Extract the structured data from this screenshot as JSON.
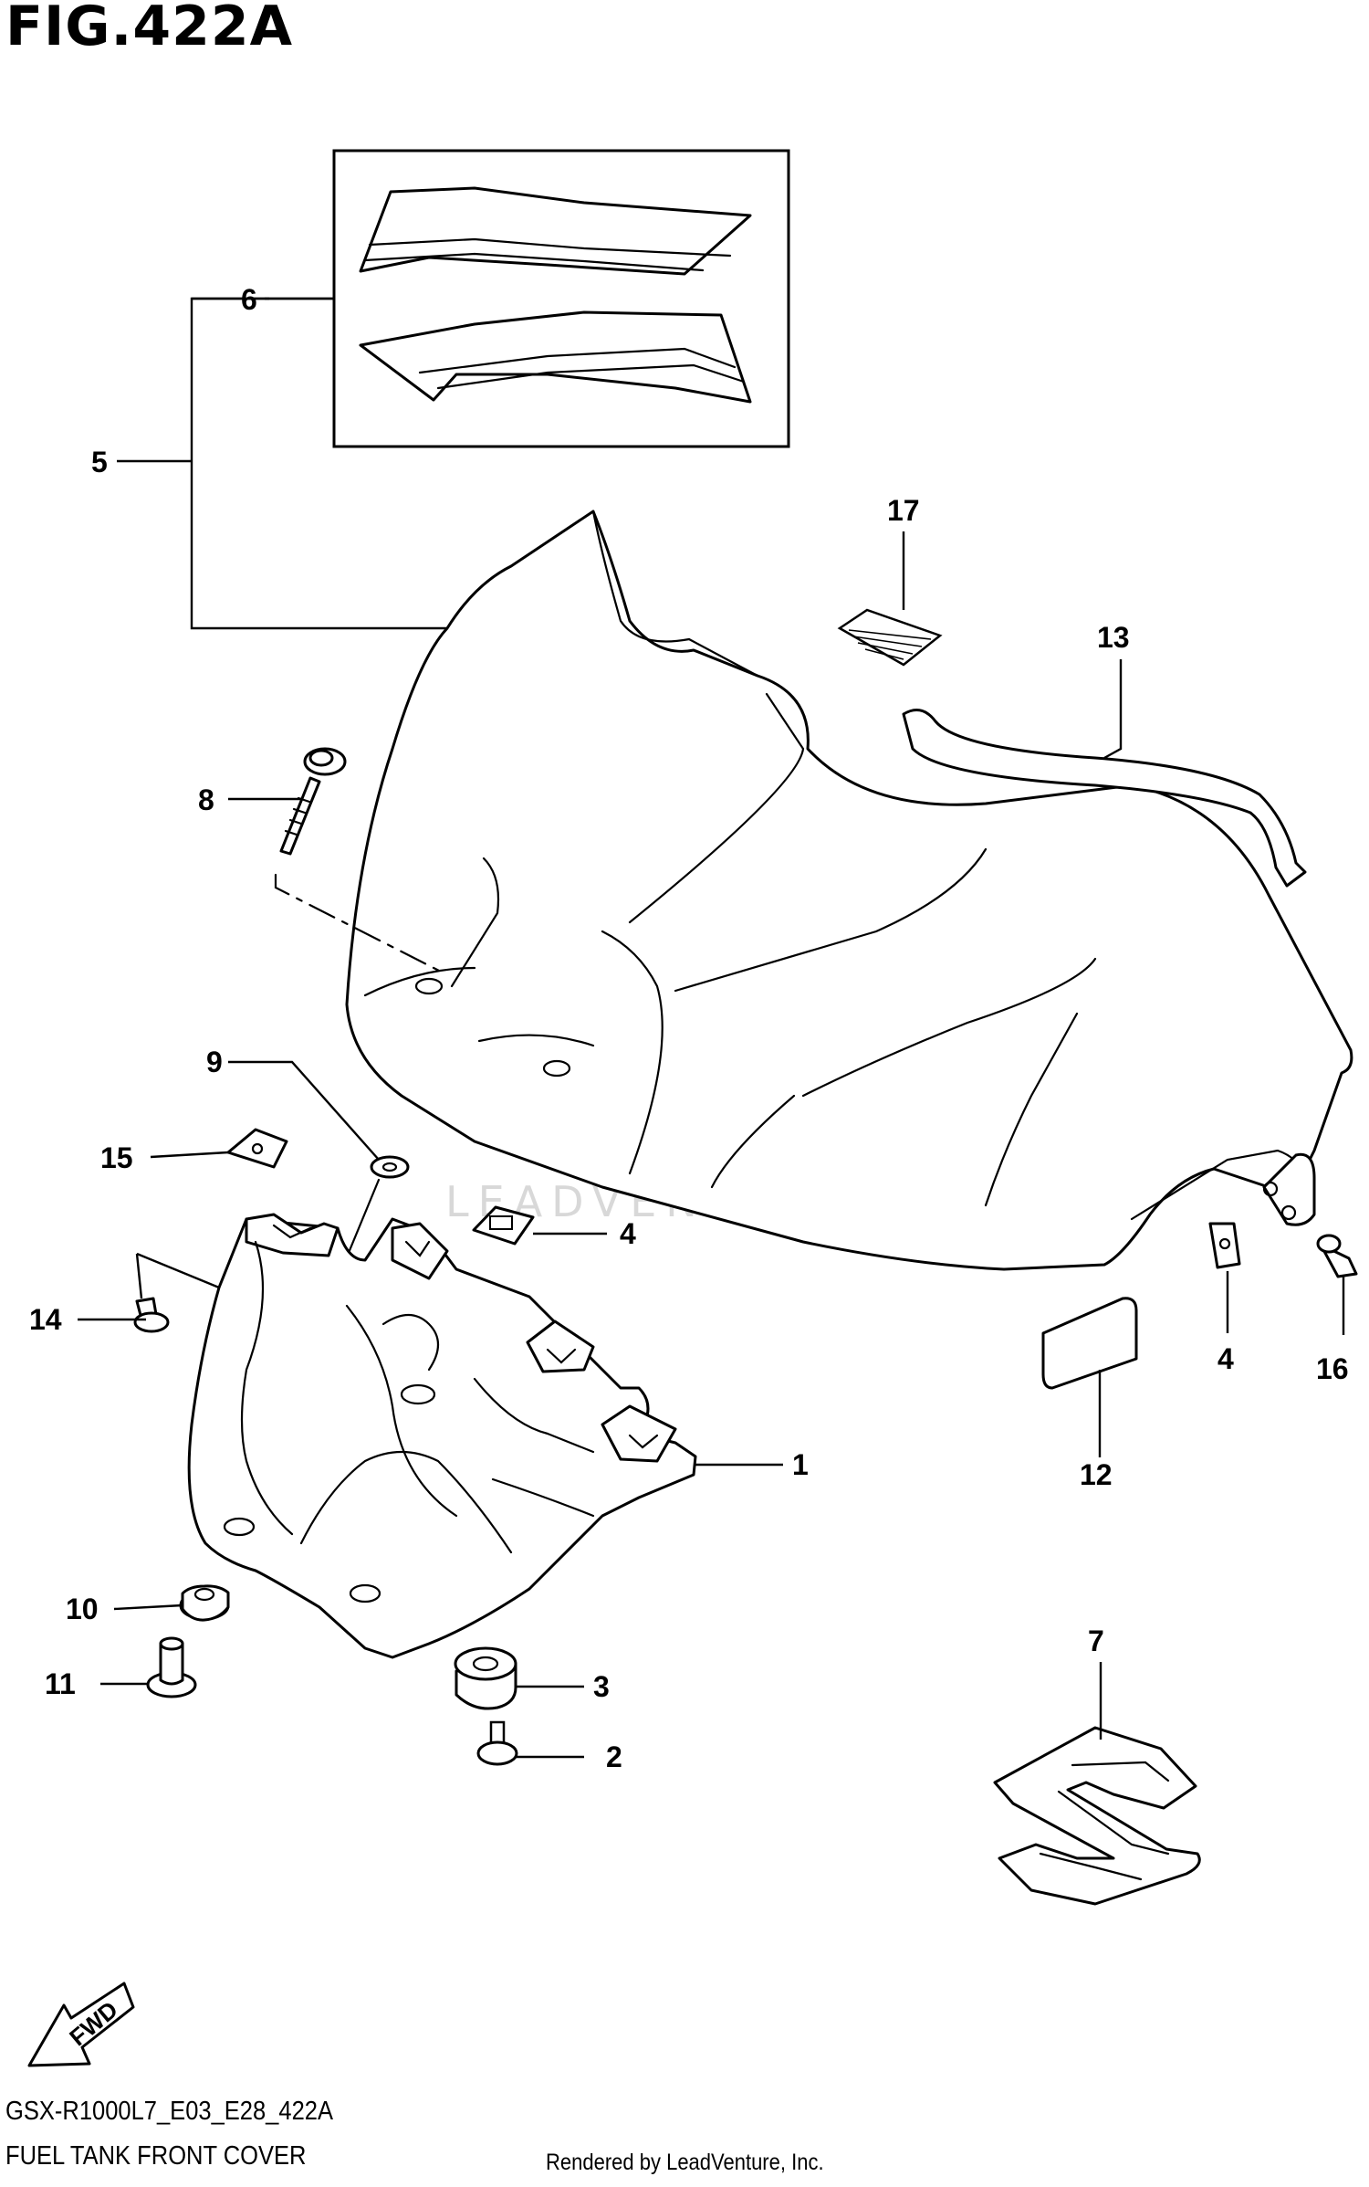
{
  "figure": {
    "title": "FIG.422A",
    "model_code": "GSX-R1000L7_E03_E28_422A",
    "caption": "FUEL TANK FRONT COVER",
    "credit": "Rendered by LeadVenture, Inc.",
    "watermark": "LEADVENTURE"
  },
  "fwd_arrow": {
    "label": "FWD"
  },
  "callouts": [
    {
      "id": "callout-1",
      "number": "1"
    },
    {
      "id": "callout-2",
      "number": "2"
    },
    {
      "id": "callout-3",
      "number": "3"
    },
    {
      "id": "callout-4a",
      "number": "4"
    },
    {
      "id": "callout-4b",
      "number": "4"
    },
    {
      "id": "callout-5",
      "number": "5"
    },
    {
      "id": "callout-6",
      "number": "6"
    },
    {
      "id": "callout-7",
      "number": "7"
    },
    {
      "id": "callout-8",
      "number": "8"
    },
    {
      "id": "callout-9",
      "number": "9"
    },
    {
      "id": "callout-10",
      "number": "10"
    },
    {
      "id": "callout-11",
      "number": "11"
    },
    {
      "id": "callout-12",
      "number": "12"
    },
    {
      "id": "callout-13",
      "number": "13"
    },
    {
      "id": "callout-14",
      "number": "14"
    },
    {
      "id": "callout-15",
      "number": "15"
    },
    {
      "id": "callout-16",
      "number": "16"
    },
    {
      "id": "callout-17",
      "number": "17"
    }
  ]
}
